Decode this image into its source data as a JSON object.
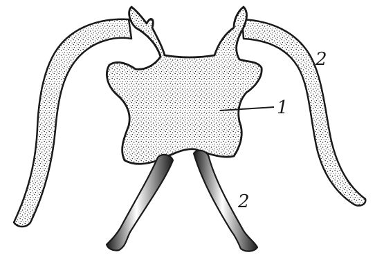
{
  "diagram": {
    "labels": {
      "body": "1",
      "process_upper_right": "2",
      "process_lower": "2"
    },
    "colors": {
      "ink": "#1a1a1a",
      "fill": "#ffffff",
      "stipple": "#2a2a2a"
    }
  }
}
